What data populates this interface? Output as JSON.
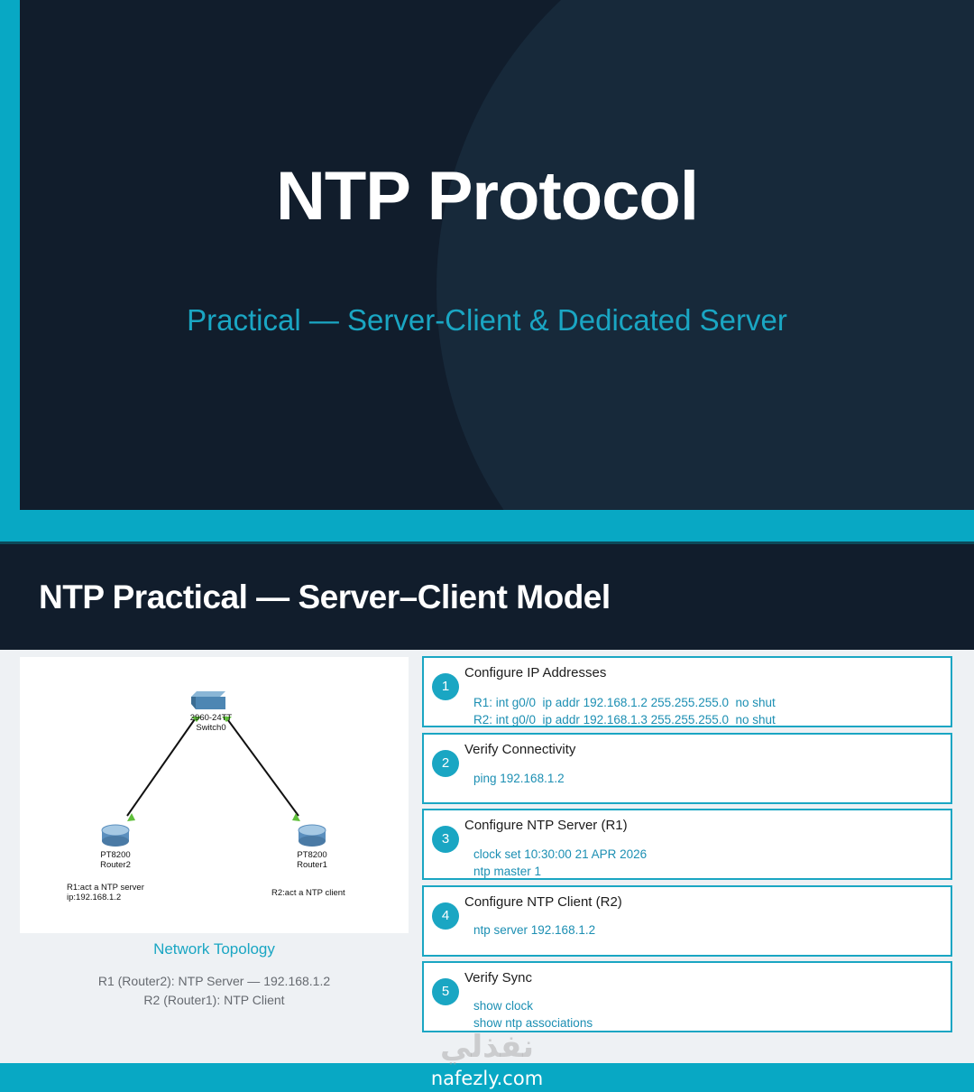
{
  "slide1": {
    "title": "NTP Protocol",
    "subtitle": "Practical — Server-Client & Dedicated Server"
  },
  "slide2": {
    "title": "NTP Practical — Server–Client Model",
    "topology": {
      "caption": "Network Topology",
      "notes": [
        "R1 (Router2): NTP Server — 192.168.1.2",
        "R2 (Router1): NTP Client"
      ],
      "switch": {
        "model": "2960-24TT",
        "name": "Switch0"
      },
      "router_left": {
        "model": "PT8200",
        "name": "Router2",
        "note_line1": "R1:act a NTP server",
        "note_line2": "ip:192.168.1.2"
      },
      "router_right": {
        "model": "PT8200",
        "name": "Router1",
        "note_line1": "R2:act a NTP client"
      }
    },
    "steps": [
      {
        "num": "1",
        "title": "Configure IP Addresses",
        "lines": [
          "R1: int g0/0  ip addr 192.168.1.2 255.255.255.0  no shut",
          "R2: int g0/0  ip addr 192.168.1.3 255.255.255.0  no shut"
        ]
      },
      {
        "num": "2",
        "title": "Verify Connectivity",
        "lines": [
          "ping 192.168.1.2"
        ]
      },
      {
        "num": "3",
        "title": "Configure NTP Server (R1)",
        "lines": [
          "clock set 10:30:00 21 APR 2026",
          "ntp master 1"
        ]
      },
      {
        "num": "4",
        "title": "Configure NTP Client (R2)",
        "lines": [
          "ntp server 192.168.1.2"
        ]
      },
      {
        "num": "5",
        "title": "Verify Sync",
        "lines": [
          "show clock",
          "show ntp associations"
        ]
      }
    ]
  },
  "watermark": {
    "arabic": "نفذلي",
    "latin": "nafezly.com"
  },
  "colors": {
    "accent": "#08a8c4",
    "dark": "#111d2c",
    "text_blue": "#1c8fb3"
  }
}
